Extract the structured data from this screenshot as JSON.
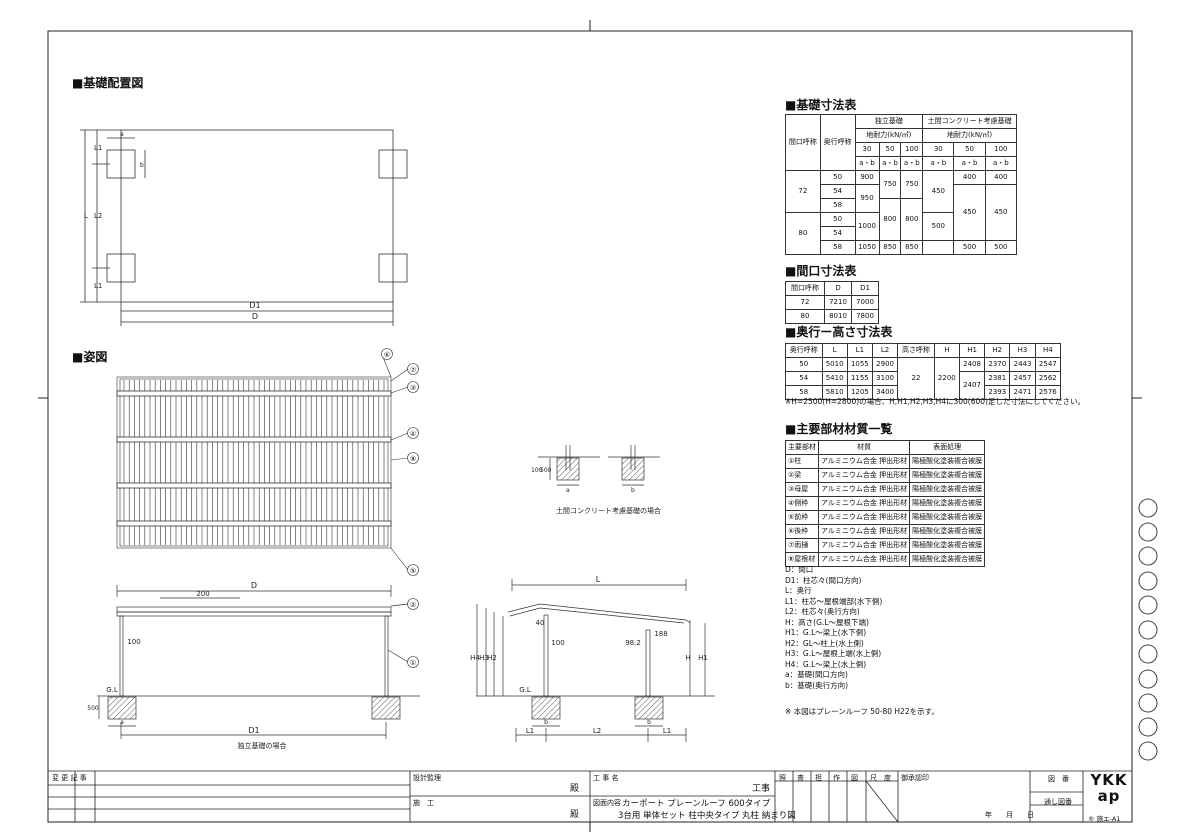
{
  "sections": {
    "layout": "基礎配置図",
    "figure": "姿図",
    "found_table": "基礎寸法表",
    "width_table": "間口寸法表",
    "depth_table": "奥行ー高さ寸法表",
    "material_table": "主要部材材質一覧"
  },
  "found_table": {
    "h_span": "間口呼称",
    "h_depth": "奥行呼称",
    "h_indep": "独立基礎",
    "h_slab": "土間コンクリート考慮基礎",
    "h_bearing": "地耐力(kN/㎡)",
    "bearing_vals": [
      "30",
      "50",
      "100"
    ],
    "ab": "a・b",
    "span72": "72",
    "span80": "80",
    "d50": "50",
    "d54": "54",
    "d58": "58",
    "r72": {
      "i30a": "900",
      "i30b": "950",
      "i50": "750",
      "i100": "750",
      "s30": "450",
      "s50a": "400",
      "s50b": "450",
      "s100a": "400",
      "s100b": "450"
    },
    "r80": {
      "i30a": "1000",
      "i30b": "1050",
      "i50a": "800",
      "i50b": "850",
      "i100a": "800",
      "i100b": "850",
      "s30a": "500",
      "s50": "500",
      "s100": "500"
    }
  },
  "width_table": {
    "headers": [
      "間口呼称",
      "D",
      "D1"
    ],
    "rows": [
      [
        "72",
        "7210",
        "7000"
      ],
      [
        "80",
        "8010",
        "7800"
      ]
    ]
  },
  "depth_table": {
    "headers": [
      "奥行呼称",
      "L",
      "L1",
      "L2",
      "高さ呼称",
      "H",
      "H1",
      "H2",
      "H3",
      "H4"
    ],
    "rows": [
      [
        "50",
        "5010",
        "1055",
        "2900"
      ],
      [
        "54",
        "5410",
        "1155",
        "3100"
      ],
      [
        "58",
        "5810",
        "1205",
        "3400"
      ]
    ],
    "height_code": "22",
    "H": "2200",
    "h_rows": [
      [
        "2408",
        "2370",
        "2443",
        "2547"
      ],
      [
        "",
        "2381",
        "2457",
        "2562"
      ],
      [
        "2407",
        "2393",
        "2471",
        "2576"
      ]
    ],
    "note": "※H=2500(H=2800)の場合、H,H1,H2,H3,H4に300(600)足した寸法にしてください。"
  },
  "material_table": {
    "headers": [
      "主要部材",
      "材質",
      "表面処理"
    ],
    "rows": [
      [
        "①柱",
        "アルミニウム合金 押出形材",
        "陽極酸化塗装複合被膜"
      ],
      [
        "②梁",
        "アルミニウム合金 押出形材",
        "陽極酸化塗装複合被膜"
      ],
      [
        "③母屋",
        "アルミニウム合金 押出形材",
        "陽極酸化塗装複合被膜"
      ],
      [
        "④側枠",
        "アルミニウム合金 押出形材",
        "陽極酸化塗装複合被膜"
      ],
      [
        "⑤前枠",
        "アルミニウム合金 押出形材",
        "陽極酸化塗装複合被膜"
      ],
      [
        "⑥後枠",
        "アルミニウム合金 押出形材",
        "陽極酸化塗装複合被膜"
      ],
      [
        "⑦雨樋",
        "アルミニウム合金 押出形材",
        "陽極酸化塗装複合被膜"
      ],
      [
        "⑧屋根材",
        "アルミニウム合金 押出形材",
        "陽極酸化塗装複合被膜"
      ]
    ]
  },
  "legend": [
    "D：間口",
    "D1：柱芯々(間口方向)",
    "L：奥行",
    "L1：柱芯～屋根端部(水下側)",
    "L2：柱芯々(奥行方向)",
    "H：高さ(G.L～屋根下端)",
    "H1：G.L～梁上(水下側)",
    "H2：GL～柱上(水上側)",
    "H3：G.L～屋根上端(水上側)",
    "H4：G.L～梁上(水上側)",
    "a：基礎(間口方向)",
    "b：基礎(奥行方向)"
  ],
  "legend_note": "※ 本図はプレーンルーフ 50-80 H22を示す。",
  "drawing_labels": {
    "slab_caption": "土間コンクリート考慮基礎の場合",
    "indep_caption": "独立基礎の場合",
    "dim_D": "D",
    "dim_D1": "D1",
    "dim_L": "L",
    "dim_L1": "L1",
    "dim_L2": "L2",
    "dim_a": "a",
    "dim_b": "b",
    "dim_200": "200",
    "dim_100": "100",
    "dim_500": "500",
    "dim_40": "40",
    "dim_188": "188",
    "dim_982": "98.2",
    "dim_GL": "G.L",
    "dim_H": "H",
    "dim_H1": "H1",
    "dim_H2": "H2",
    "dim_H3": "H3",
    "dim_H4": "H4",
    "callouts": [
      "⑥",
      "⑦",
      "③",
      "④",
      "⑧",
      "⑤",
      "②",
      "①"
    ]
  },
  "title_block": {
    "change_record": "変 更 記 事",
    "supervisor": "設計監理",
    "contractor": "施　工",
    "dono1": "殿",
    "dono2": "殿",
    "project_label": "工 事 名",
    "project_value": "工事",
    "drawing_label": "図面内容",
    "drawing_line1": "カーポート プレーンルーフ 600タイプ",
    "drawing_line2": "3台用 単体セット 柱中央タイプ 丸柱 納まり図",
    "stamps": [
      "照",
      "査",
      "担",
      "作",
      "図",
      "尺",
      "度"
    ],
    "approval": "御承認印",
    "date": "年　　月　　日",
    "drawing_no_label": "図　番",
    "through_label": "通し図番",
    "brand": "YKK ap",
    "sheet": "® 施エ-A1"
  }
}
